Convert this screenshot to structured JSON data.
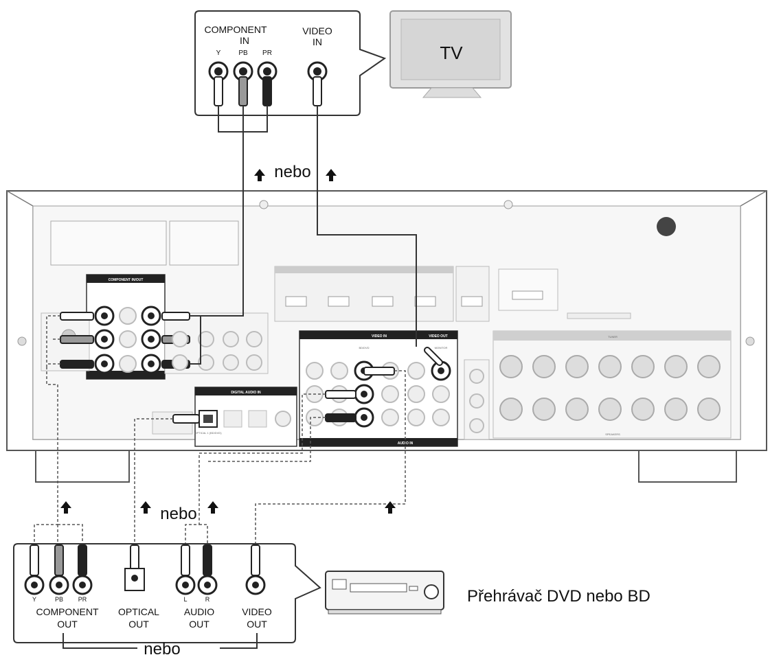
{
  "tv": {
    "label": "TV",
    "component_in": {
      "line1": "COMPONENT",
      "line2": "IN",
      "jacks": [
        "Y",
        "PB",
        "PR"
      ]
    },
    "video_in": {
      "line1": "VIDEO",
      "line2": "IN"
    }
  },
  "nebo_top": "nebo",
  "nebo_mid": "nebo",
  "nebo_bottom": "nebo",
  "receiver": {
    "component_header": "COMPONENT IN/OUT",
    "digital_audio_header": "DIGITAL AUDIO IN",
    "video_in_header": "VIDEO IN",
    "video_out_header": "VIDEO OUT",
    "audio_in_header": "AUDIO IN",
    "bd_dvd_label": "BD/DVD",
    "monitor_label": "MONITOR",
    "optical_label": "OPTICAL 1 (BD/DVD)",
    "tuner_label": "TUNER",
    "speaker_footer": "SPEAKERS"
  },
  "source": {
    "component_out": {
      "line1": "COMPONENT",
      "line2": "OUT",
      "jacks": [
        "Y",
        "PB",
        "PR"
      ]
    },
    "optical_out": {
      "line1": "OPTICAL",
      "line2": "OUT"
    },
    "audio_out": {
      "line1": "AUDIO",
      "line2": "OUT",
      "jacks": [
        "L",
        "R"
      ]
    },
    "video_out": {
      "line1": "VIDEO",
      "line2": "OUT"
    }
  },
  "player_label": "Přehrávač DVD nebo BD",
  "colors": {
    "line": "#333333",
    "frame": "#555555",
    "panel": "#eeeeee",
    "dark": "#222222"
  }
}
